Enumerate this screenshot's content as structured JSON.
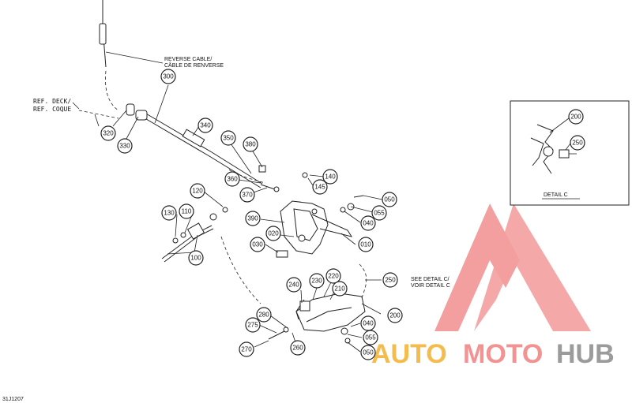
{
  "annotations": {
    "reverse_cable_en": "REVERSE CABLE/",
    "reverse_cable_fr": "CÂBLE DE RENVERSE",
    "ref_deck_en": "REF. DECK/",
    "ref_deck_fr": "REF. COQUE",
    "see_detail_en": "SEE DETAIL C/",
    "see_detail_fr": "VOIR DETAIL C",
    "detail_title": "DETAIL C",
    "drawing_id": "31J1207"
  },
  "watermark": {
    "text_auto": "AUTO",
    "text_moto": "MOTO",
    "text_hub": "HUB",
    "color_accent": "#f08080",
    "color_gold": "#f3b02e",
    "color_gray": "#8a8a8a"
  },
  "callouts": [
    {
      "id": "300",
      "label": "300"
    },
    {
      "id": "320",
      "label": "320"
    },
    {
      "id": "330",
      "label": "330"
    },
    {
      "id": "340",
      "label": "340"
    },
    {
      "id": "350",
      "label": "350"
    },
    {
      "id": "380",
      "label": "380"
    },
    {
      "id": "360",
      "label": "360"
    },
    {
      "id": "370",
      "label": "370"
    },
    {
      "id": "140",
      "label": "140"
    },
    {
      "id": "145",
      "label": "145"
    },
    {
      "id": "050a",
      "label": "050"
    },
    {
      "id": "055a",
      "label": "055"
    },
    {
      "id": "040a",
      "label": "040"
    },
    {
      "id": "010",
      "label": "010"
    },
    {
      "id": "120",
      "label": "120"
    },
    {
      "id": "130",
      "label": "130"
    },
    {
      "id": "110",
      "label": "110"
    },
    {
      "id": "100",
      "label": "100"
    },
    {
      "id": "390",
      "label": "390"
    },
    {
      "id": "020",
      "label": "020"
    },
    {
      "id": "030",
      "label": "030"
    },
    {
      "id": "250a",
      "label": "250"
    },
    {
      "id": "240",
      "label": "240"
    },
    {
      "id": "230",
      "label": "230"
    },
    {
      "id": "220",
      "label": "220"
    },
    {
      "id": "210",
      "label": "210"
    },
    {
      "id": "200a",
      "label": "200"
    },
    {
      "id": "040b",
      "label": "040"
    },
    {
      "id": "055b",
      "label": "055"
    },
    {
      "id": "050b",
      "label": "050"
    },
    {
      "id": "280",
      "label": "280"
    },
    {
      "id": "275",
      "label": "275"
    },
    {
      "id": "270",
      "label": "270"
    },
    {
      "id": "260",
      "label": "260"
    },
    {
      "id": "200b",
      "label": "200"
    },
    {
      "id": "250b",
      "label": "250"
    }
  ]
}
